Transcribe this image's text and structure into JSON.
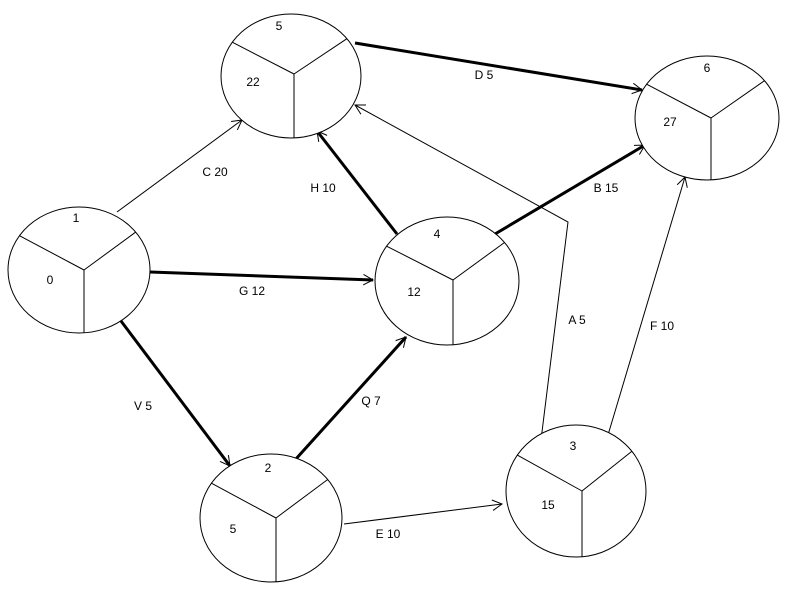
{
  "colors": {
    "stroke": "#000000",
    "background": "#ffffff"
  },
  "nodes": [
    {
      "id": "1",
      "number": "1",
      "value": "0"
    },
    {
      "id": "5",
      "number": "5",
      "value": "22"
    },
    {
      "id": "6",
      "number": "6",
      "value": "27"
    },
    {
      "id": "4",
      "number": "4",
      "value": "12"
    },
    {
      "id": "2",
      "number": "2",
      "value": "5"
    },
    {
      "id": "3",
      "number": "3",
      "value": "15"
    }
  ],
  "edges": [
    {
      "from": "1",
      "to": "5",
      "label": "C 20",
      "bold": false
    },
    {
      "from": "1",
      "to": "4",
      "label": "G 12",
      "bold": true
    },
    {
      "from": "1",
      "to": "2",
      "label": "V 5",
      "bold": true
    },
    {
      "from": "5",
      "to": "6",
      "label": "D 5",
      "bold": true
    },
    {
      "from": "4",
      "to": "5",
      "label": "H 10",
      "bold": true
    },
    {
      "from": "4",
      "to": "6",
      "label": "B 15",
      "bold": true
    },
    {
      "from": "2",
      "to": "4",
      "label": "Q 7",
      "bold": true
    },
    {
      "from": "2",
      "to": "3",
      "label": "E 10",
      "bold": false
    },
    {
      "from": "3",
      "to": "5",
      "label": "A 5",
      "bold": false
    },
    {
      "from": "3",
      "to": "6",
      "label": "F 10",
      "bold": false
    }
  ]
}
